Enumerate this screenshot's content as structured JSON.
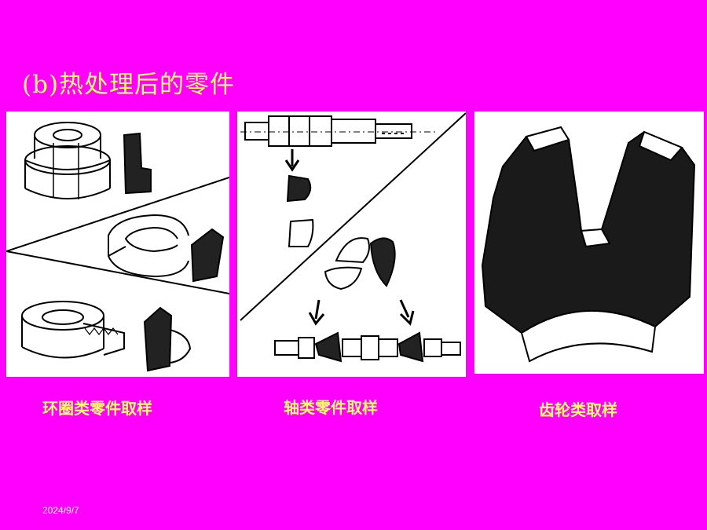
{
  "slide": {
    "title": "(b)热处理后的零件",
    "captions": {
      "ring": "环圈类零件取样",
      "shaft": "轴类零件取样",
      "gear": "齿轮类取样"
    },
    "date": "2024/9/7"
  },
  "colors": {
    "background": "#FF00FF",
    "title_text": "#FFFF66",
    "caption_text": "#FFFF66",
    "footer_text": "#FFFFFF"
  }
}
